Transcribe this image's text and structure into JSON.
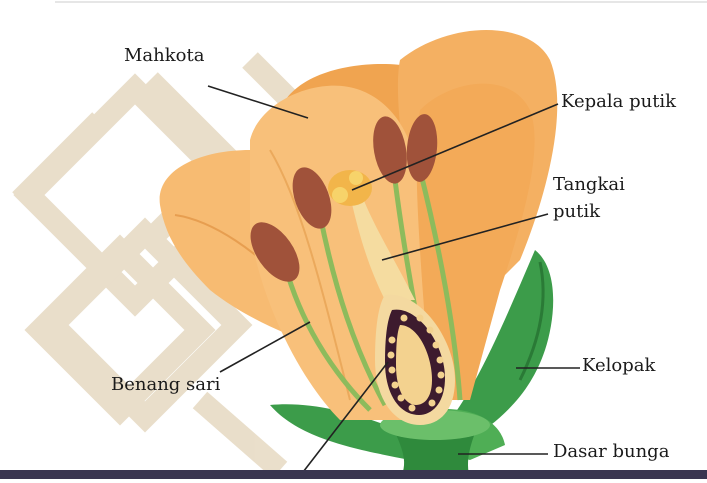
{
  "diagram": {
    "labels": {
      "mahkota": "Mahkota",
      "kepala_putik": "Kepala putik",
      "tangkai_putik_1": "Tangkai",
      "tangkai_putik_2": "putik",
      "kelopak": "Kelopak",
      "benang_sari": "Benang sari",
      "dasar_bunga": "Dasar bunga"
    }
  },
  "colors": {
    "petal_light": "#f8c07a",
    "petal_mid": "#f1a24e",
    "petal_dark": "#d9832f",
    "anther": "#a0523a",
    "sepal_green": "#3c9c4a",
    "ovary_dark": "#3d1b2e",
    "ovule": "#f3d28f",
    "watermark": "#d8c4a0"
  }
}
